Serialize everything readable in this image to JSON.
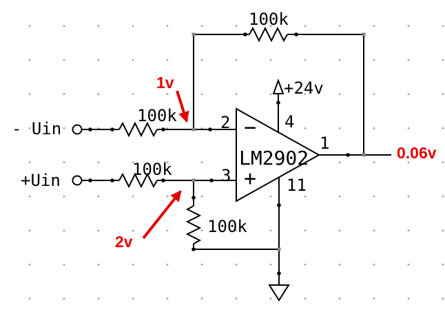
{
  "schematic": {
    "opamp": {
      "part_label": "LM2902",
      "inverting_sign": "−",
      "noninverting_sign": "+",
      "pins": {
        "inverting": "2",
        "noninverting": "3",
        "v_plus": "4",
        "v_minus": "11",
        "output": "1"
      }
    },
    "inputs": {
      "inverting": "- Uin",
      "noninverting": "+Uin"
    },
    "resistors": {
      "feedback": "100k",
      "inverting_input": "100k",
      "noninverting_input": "100k",
      "to_ground": "100k"
    },
    "power_supply": {
      "label": "+24v"
    },
    "annotations": {
      "inverting_node_voltage": "1v",
      "noninverting_node_voltage": "2v",
      "output_voltage": "0.06v"
    },
    "colors": {
      "wire": "#000000",
      "component_fill": "#ffffff",
      "annotation": "#e10000",
      "junction_handle": "#848484",
      "grid_dot": "#9a9a9a",
      "background": "#ffffff"
    }
  }
}
